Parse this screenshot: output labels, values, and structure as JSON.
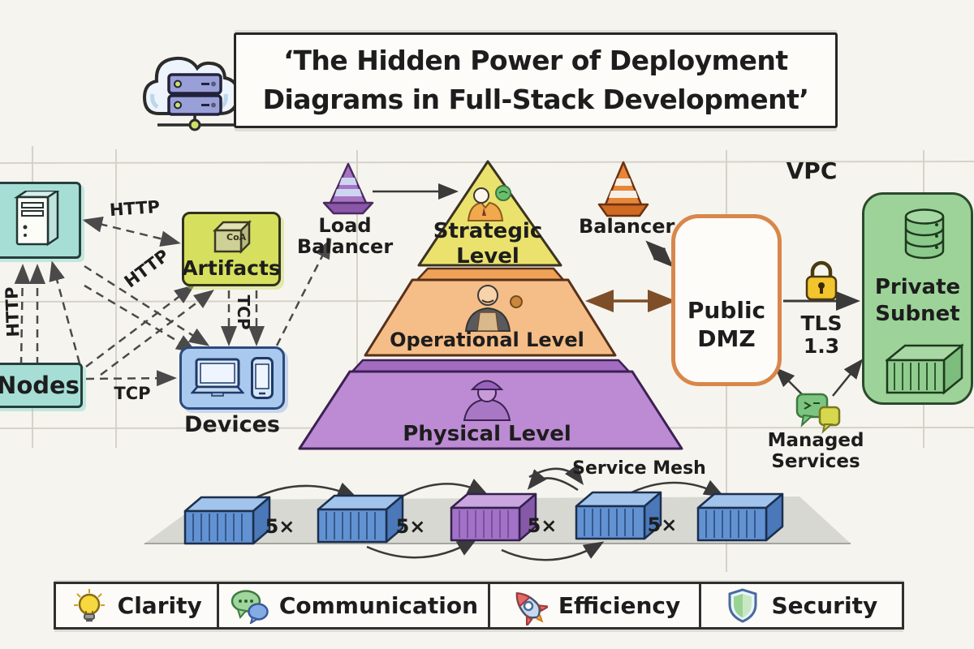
{
  "title": {
    "line1": "‘The Hidden Power of Deployment",
    "line2": "Diagrams in Full-Stack Development’"
  },
  "left_cluster": {
    "nodes_label": "Nodes",
    "artifacts_label": "Artifacts",
    "artifacts_box_text": "CoA",
    "devices_label": "Devices",
    "labels": {
      "http_horizontal": "HTTP",
      "http_diagonal": "HTTP",
      "http_vertical": "HTTP",
      "tcp_horizontal": "TCP",
      "tcp_vertical": "TCP"
    }
  },
  "pyramid": {
    "strategic_line1": "Strategic",
    "strategic_line2": "Level",
    "operational_label": "Operational Level",
    "physical_label": "Physical Level"
  },
  "balancers": {
    "left_label": "Load Balancer",
    "right_label": "Balancer"
  },
  "vpc": {
    "label": "VPC",
    "public_dmz_line1": "Public",
    "public_dmz_line2": "DMZ",
    "tls_label": "TLS 1.3",
    "private_line1": "Private",
    "private_line2": "Subnet",
    "managed_line1": "Managed",
    "managed_line2": "Services"
  },
  "service_mesh": {
    "label": "Service Mesh",
    "replica_counts": [
      "5×",
      "5×",
      "5×",
      "5×"
    ]
  },
  "benefits": {
    "items": [
      {
        "icon": "lightbulb-icon",
        "label": "Clarity"
      },
      {
        "icon": "chat-bubbles-icon",
        "label": "Communication"
      },
      {
        "icon": "rocket-icon",
        "label": "Efficiency"
      },
      {
        "icon": "shield-icon",
        "label": "Security"
      }
    ]
  },
  "colors": {
    "background": "#f6f4ee",
    "strategic_level": "#eae26d",
    "operational_level": "#f5bd87",
    "physical_level": "#bc8bd3",
    "node_teal": "#a6ded6",
    "artifact_yellow": "#d7df5e",
    "device_blue": "#aac9ef",
    "dmz_border_orange": "#d8874a",
    "private_subnet_green": "#9dd399",
    "container_blue": "#6292d2",
    "container_purple": "#a172c6",
    "lock_yellow": "#f2c52e"
  }
}
